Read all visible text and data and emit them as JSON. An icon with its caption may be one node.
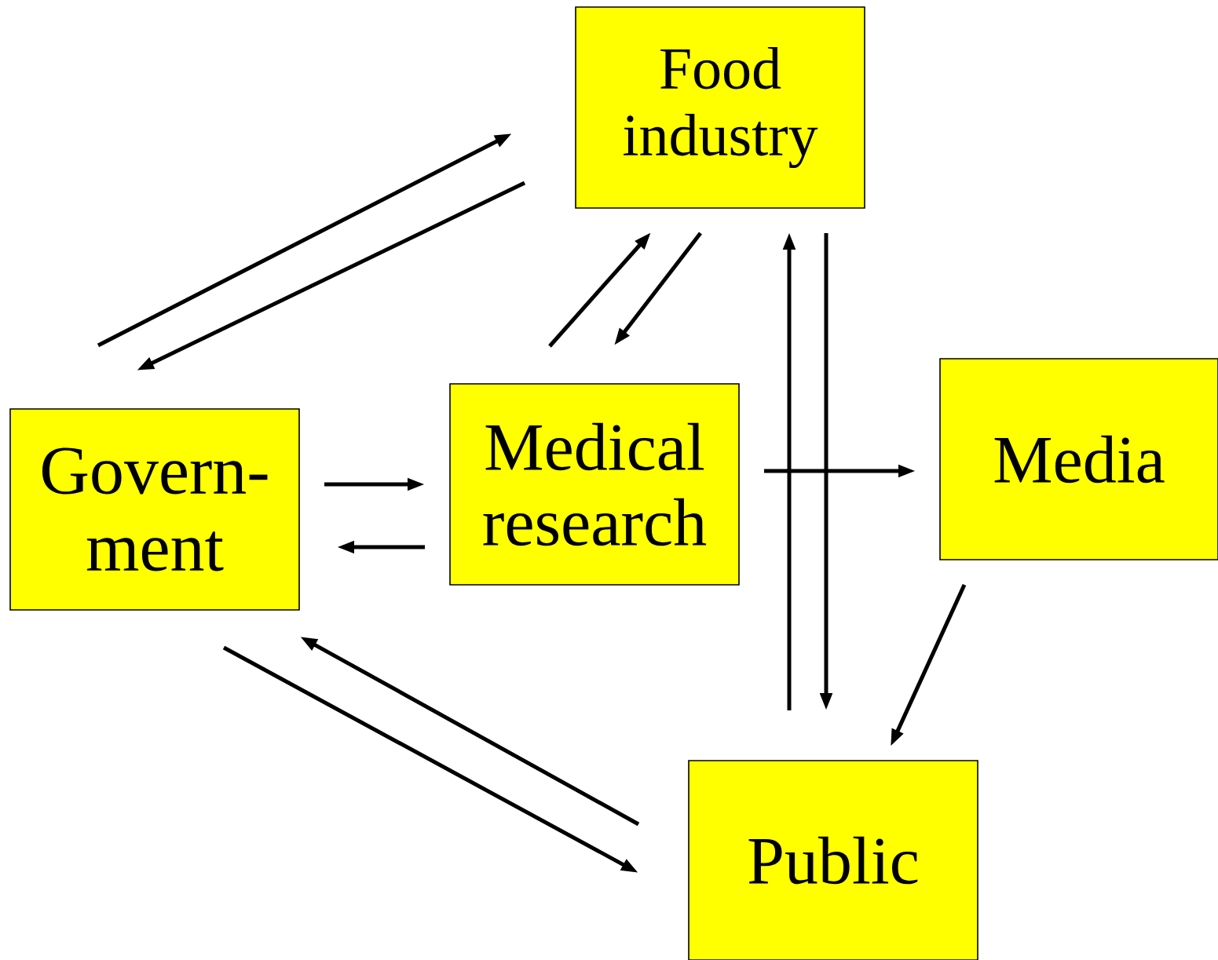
{
  "diagram": {
    "nodes": [
      {
        "text": [
          "Food industry"
        ]
      },
      {
        "text": [
          "Govern- ment"
        ]
      },
      {
        "text": [
          "Medical research"
        ]
      },
      {
        "text": [
          "Media"
        ]
      },
      {
        "text": [
          "Public"
        ]
      }
    ],
    "edges": [
      {
        "from": 1,
        "to": 0,
        "arrow": "to"
      },
      {
        "from": 0,
        "to": 1,
        "arrow": "to"
      },
      {
        "from": 2,
        "to": 0,
        "arrow": "to"
      },
      {
        "from": 0,
        "to": 2,
        "arrow": "to"
      },
      {
        "from": 4,
        "to": 0,
        "arrow": "to"
      },
      {
        "from": 0,
        "to": 4,
        "arrow": "to"
      },
      {
        "from": 1,
        "to": 2,
        "arrow": "to"
      },
      {
        "from": 2,
        "to": 1,
        "arrow": "to"
      },
      {
        "from": 2,
        "to": 3,
        "arrow": "to"
      },
      {
        "from": 3,
        "to": 4,
        "arrow": "to"
      },
      {
        "from": 4,
        "to": 1,
        "arrow": "to"
      },
      {
        "from": 1,
        "to": 4,
        "arrow": "to"
      }
    ]
  }
}
